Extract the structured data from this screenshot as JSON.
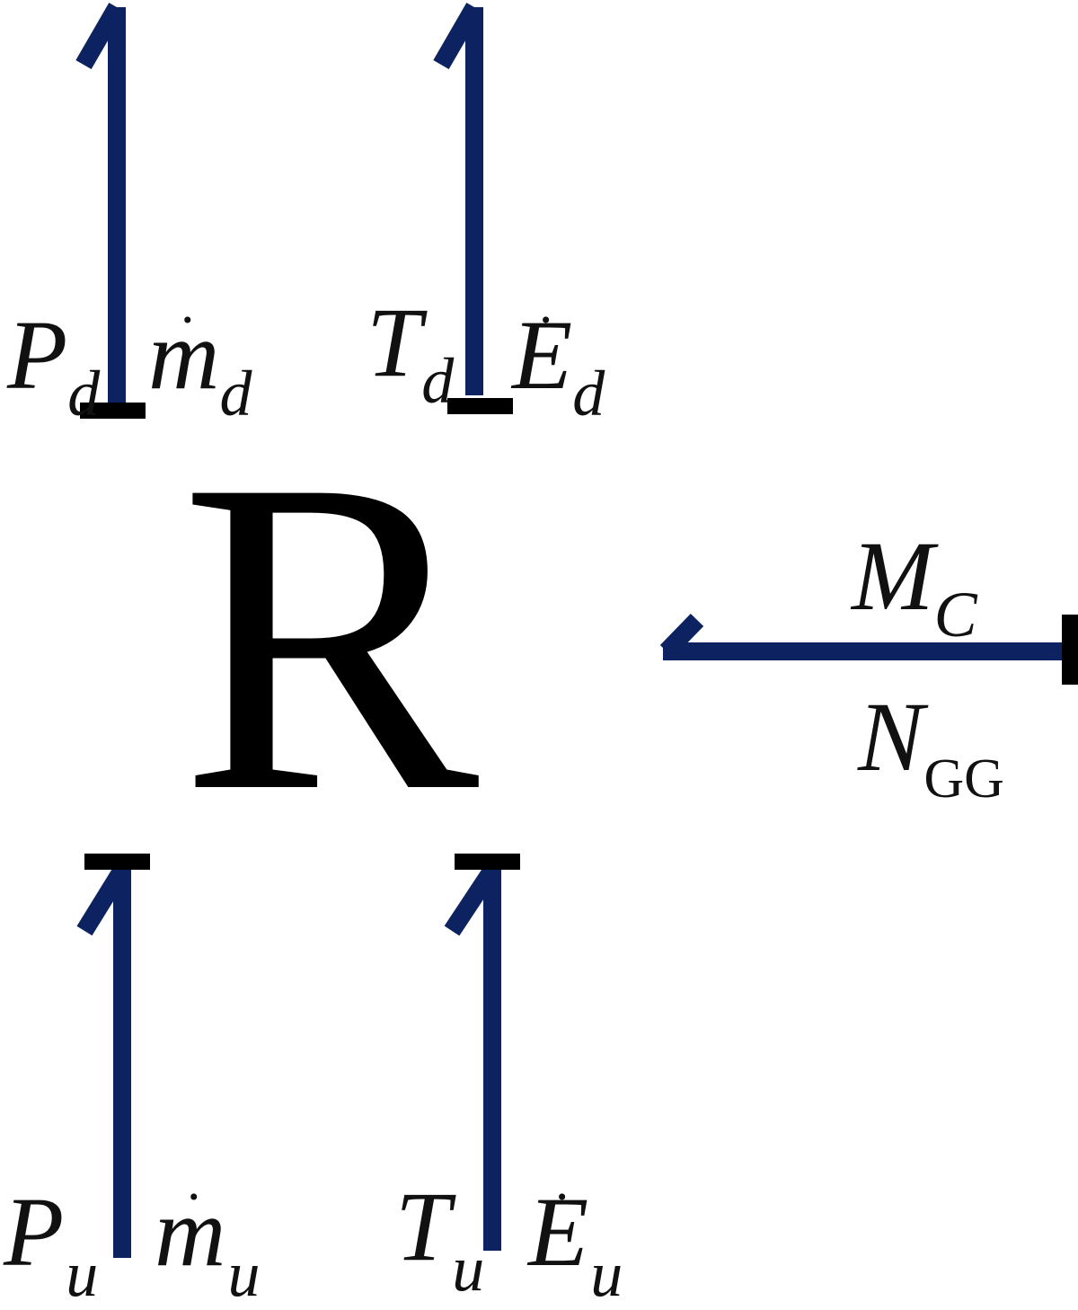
{
  "block": {
    "letter": "R"
  },
  "ports": {
    "top_left": {
      "left_symbol": "P",
      "left_sub": "d",
      "right_symbol": "m",
      "right_dot": "·",
      "right_sub": "d"
    },
    "top_right": {
      "left_symbol": "T",
      "left_sub": "d",
      "right_symbol": "E",
      "right_dot": "·",
      "right_sub": "d"
    },
    "bottom_left": {
      "left_symbol": "P",
      "left_sub": "u",
      "right_symbol": "m",
      "right_dot": "·",
      "right_sub": "u"
    },
    "bottom_right": {
      "left_symbol": "T",
      "left_sub": "u",
      "right_symbol": "E",
      "right_dot": "·",
      "right_sub": "u"
    },
    "right": {
      "top_symbol": "M",
      "top_sub": "C",
      "bottom_symbol": "N",
      "bottom_sub": "GG"
    }
  },
  "colors": {
    "arrow": "#0d2261",
    "bar": "#000000"
  }
}
